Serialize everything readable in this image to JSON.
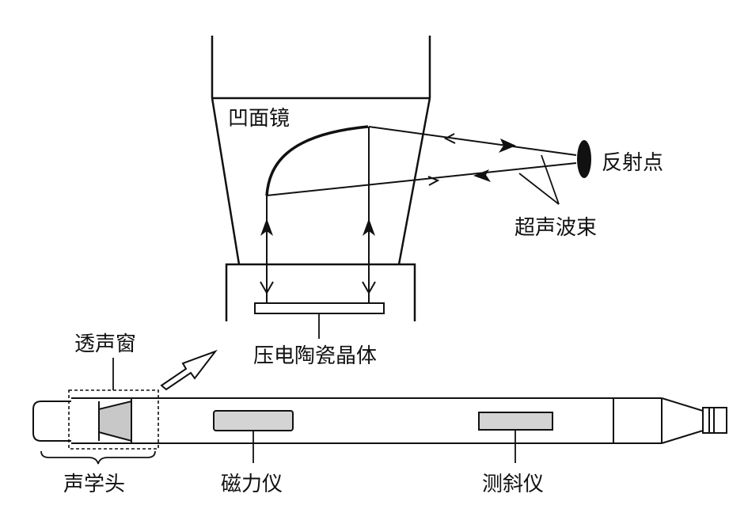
{
  "labels": {
    "concave_mirror": "凹面镜",
    "reflection_point": "反射点",
    "ultrasonic_beam": "超声波束",
    "piezo_crystal": "压电陶瓷晶体",
    "acoustic_window": "透声窗",
    "acoustic_head": "声学头",
    "magnetometer": "磁力仪",
    "inclinometer": "测斜仪"
  },
  "colors": {
    "stroke": "#111111",
    "panel_fill": "#d4d4d4",
    "background": "#ffffff"
  }
}
